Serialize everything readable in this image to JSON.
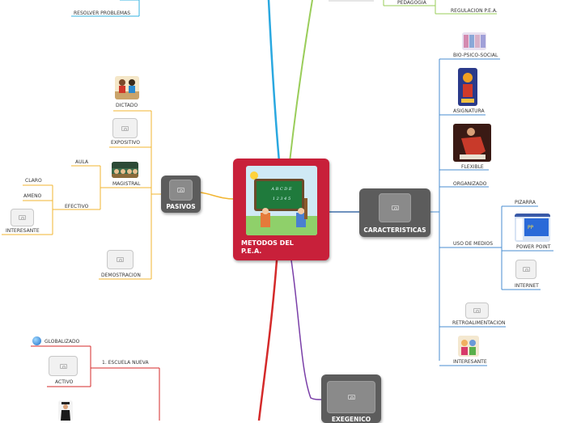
{
  "center": {
    "title_line1": "METODOS DEL",
    "title_line2": "P.E.A.",
    "board_text1": "A B C D E",
    "board_text2": "1 2 3 4 5"
  },
  "pasivos": {
    "title": "PASIVOS",
    "items": {
      "dictado": "DICTADO",
      "expositivo": "EXPOSITIVO",
      "magistral": "MAGISTRAL",
      "demostracion": "DEMOSTRACION"
    },
    "aula": "AULA",
    "efectivo": "EFECTIVO",
    "efectivo_children": {
      "claro": "CLARO",
      "ameno": "AMENO",
      "interesante": "INTERESANTE"
    }
  },
  "caracteristicas": {
    "title": "CARACTERISTICAS",
    "items": {
      "bio": "BIO-PSICO-SOCIAL",
      "asignatura": "ASIGNATURA",
      "flexible": "FLEXIBLE",
      "organizado": "ORGANIZADO",
      "uso": "USO DE MEDIOS",
      "retro": "RETROALIMENTACION",
      "interesante": "INTERESANTE"
    },
    "medios": {
      "pizarra": "PIZARRA",
      "powerpoint": "POWER POINT",
      "internet": "INTERNET"
    }
  },
  "top": {
    "resolver": "RESOLVER PROBLEMAS",
    "pedagogia": "PEDAGOGIA",
    "regulacion": "REGULACION P.E.A."
  },
  "bottom": {
    "globalizado": "GLOBALIZADO",
    "escuela": "1. ESCUELA NUEVA",
    "activo": "ACTIVO",
    "exegenico": "EXEGENICO"
  }
}
